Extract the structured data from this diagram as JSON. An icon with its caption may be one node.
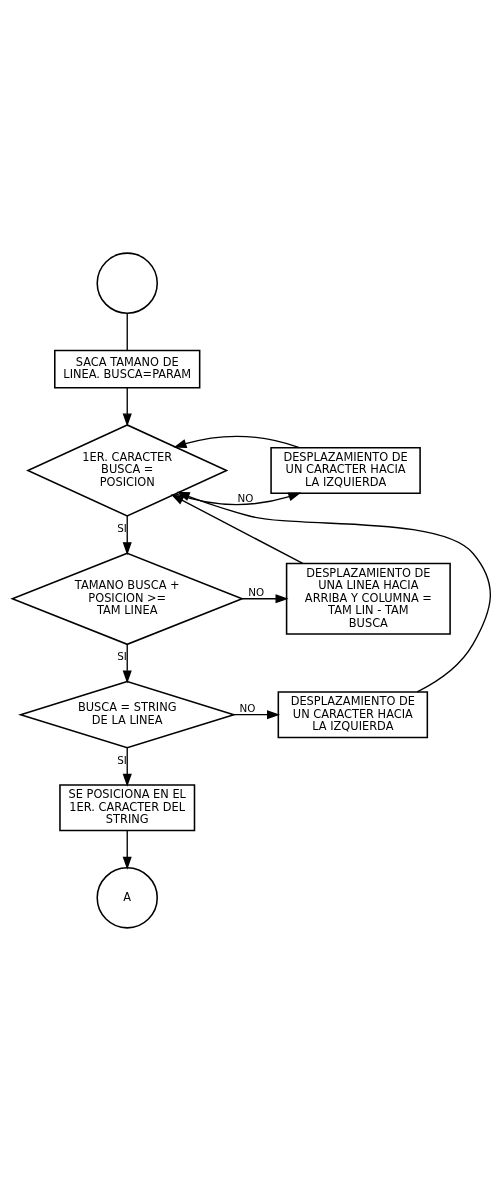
{
  "diagram": {
    "nodes": [
      {
        "text": [],
        "shape": "circle"
      },
      {
        "text": [
          "SACA TAMANO DE LINEA. BUSCA=PARAM"
        ]
      },
      {
        "text": [
          "1ER. CARACTER BUSCA = POSICION"
        ]
      },
      {
        "text": [
          "DESPLAZAMIENTO DE UN CARACTER HACIA LA IZQUIERDA"
        ]
      },
      {
        "text": [
          "TAMANO BUSCA + POSICION >= TAM LINEA"
        ]
      },
      {
        "text": [
          "DESPLAZAMIENTO DE UNA LINEA HACIA ARRIBA Y COLUMNA = TAM LIN - TAM BUSCA"
        ]
      },
      {
        "text": [
          "BUSCA = STRING DE LA LINEA"
        ]
      },
      {
        "text": [
          "DESPLAZAMIENTO DE UN CARACTER HACIA LA IZQUIERDA"
        ]
      },
      {
        "text": [
          "SE POSICIONA EN EL 1ER. CARACTER DEL STRING"
        ]
      },
      {
        "text": [
          "A"
        ]
      }
    ],
    "edges": [
      {
        "from": 0,
        "to": 1,
        "arrow": "none"
      },
      {
        "from": 1,
        "to": 2,
        "arrow": "to"
      },
      {
        "from": 2,
        "to": 3,
        "arrow": "to",
        "label": "NO"
      },
      {
        "from": 2,
        "to": 4,
        "arrow": "to",
        "label": "SI"
      },
      {
        "from": 3,
        "to": 2,
        "arrow": "to"
      },
      {
        "from": 4,
        "to": 5,
        "arrow": "to",
        "label": "NO"
      },
      {
        "from": 4,
        "to": 6,
        "arrow": "to",
        "label": "SI"
      },
      {
        "from": 5,
        "to": 2,
        "arrow": "to"
      },
      {
        "from": 6,
        "to": 7,
        "arrow": "to",
        "label": "NO"
      },
      {
        "from": 6,
        "to": 8,
        "arrow": "to",
        "label": "SI"
      },
      {
        "from": 7,
        "to": 2,
        "arrow": "to"
      },
      {
        "from": 8,
        "to": 9,
        "arrow": "to"
      }
    ]
  }
}
